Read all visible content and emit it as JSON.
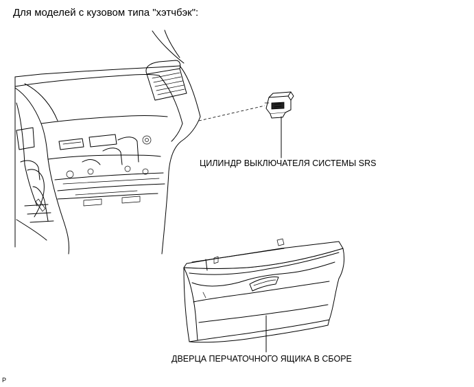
{
  "heading": "Для моделей с кузовом типа \"хэтчбэк\":",
  "callouts": {
    "srs_cylinder": "ЦИЛИНДР ВЫКЛЮЧАТЕЛЯ СИСТЕМЫ SRS",
    "glovebox_door": "ДВЕРЦА ПЕРЧАТОЧНОГО ЯЩИКА В СБОРЕ"
  },
  "figure_code": "P"
}
